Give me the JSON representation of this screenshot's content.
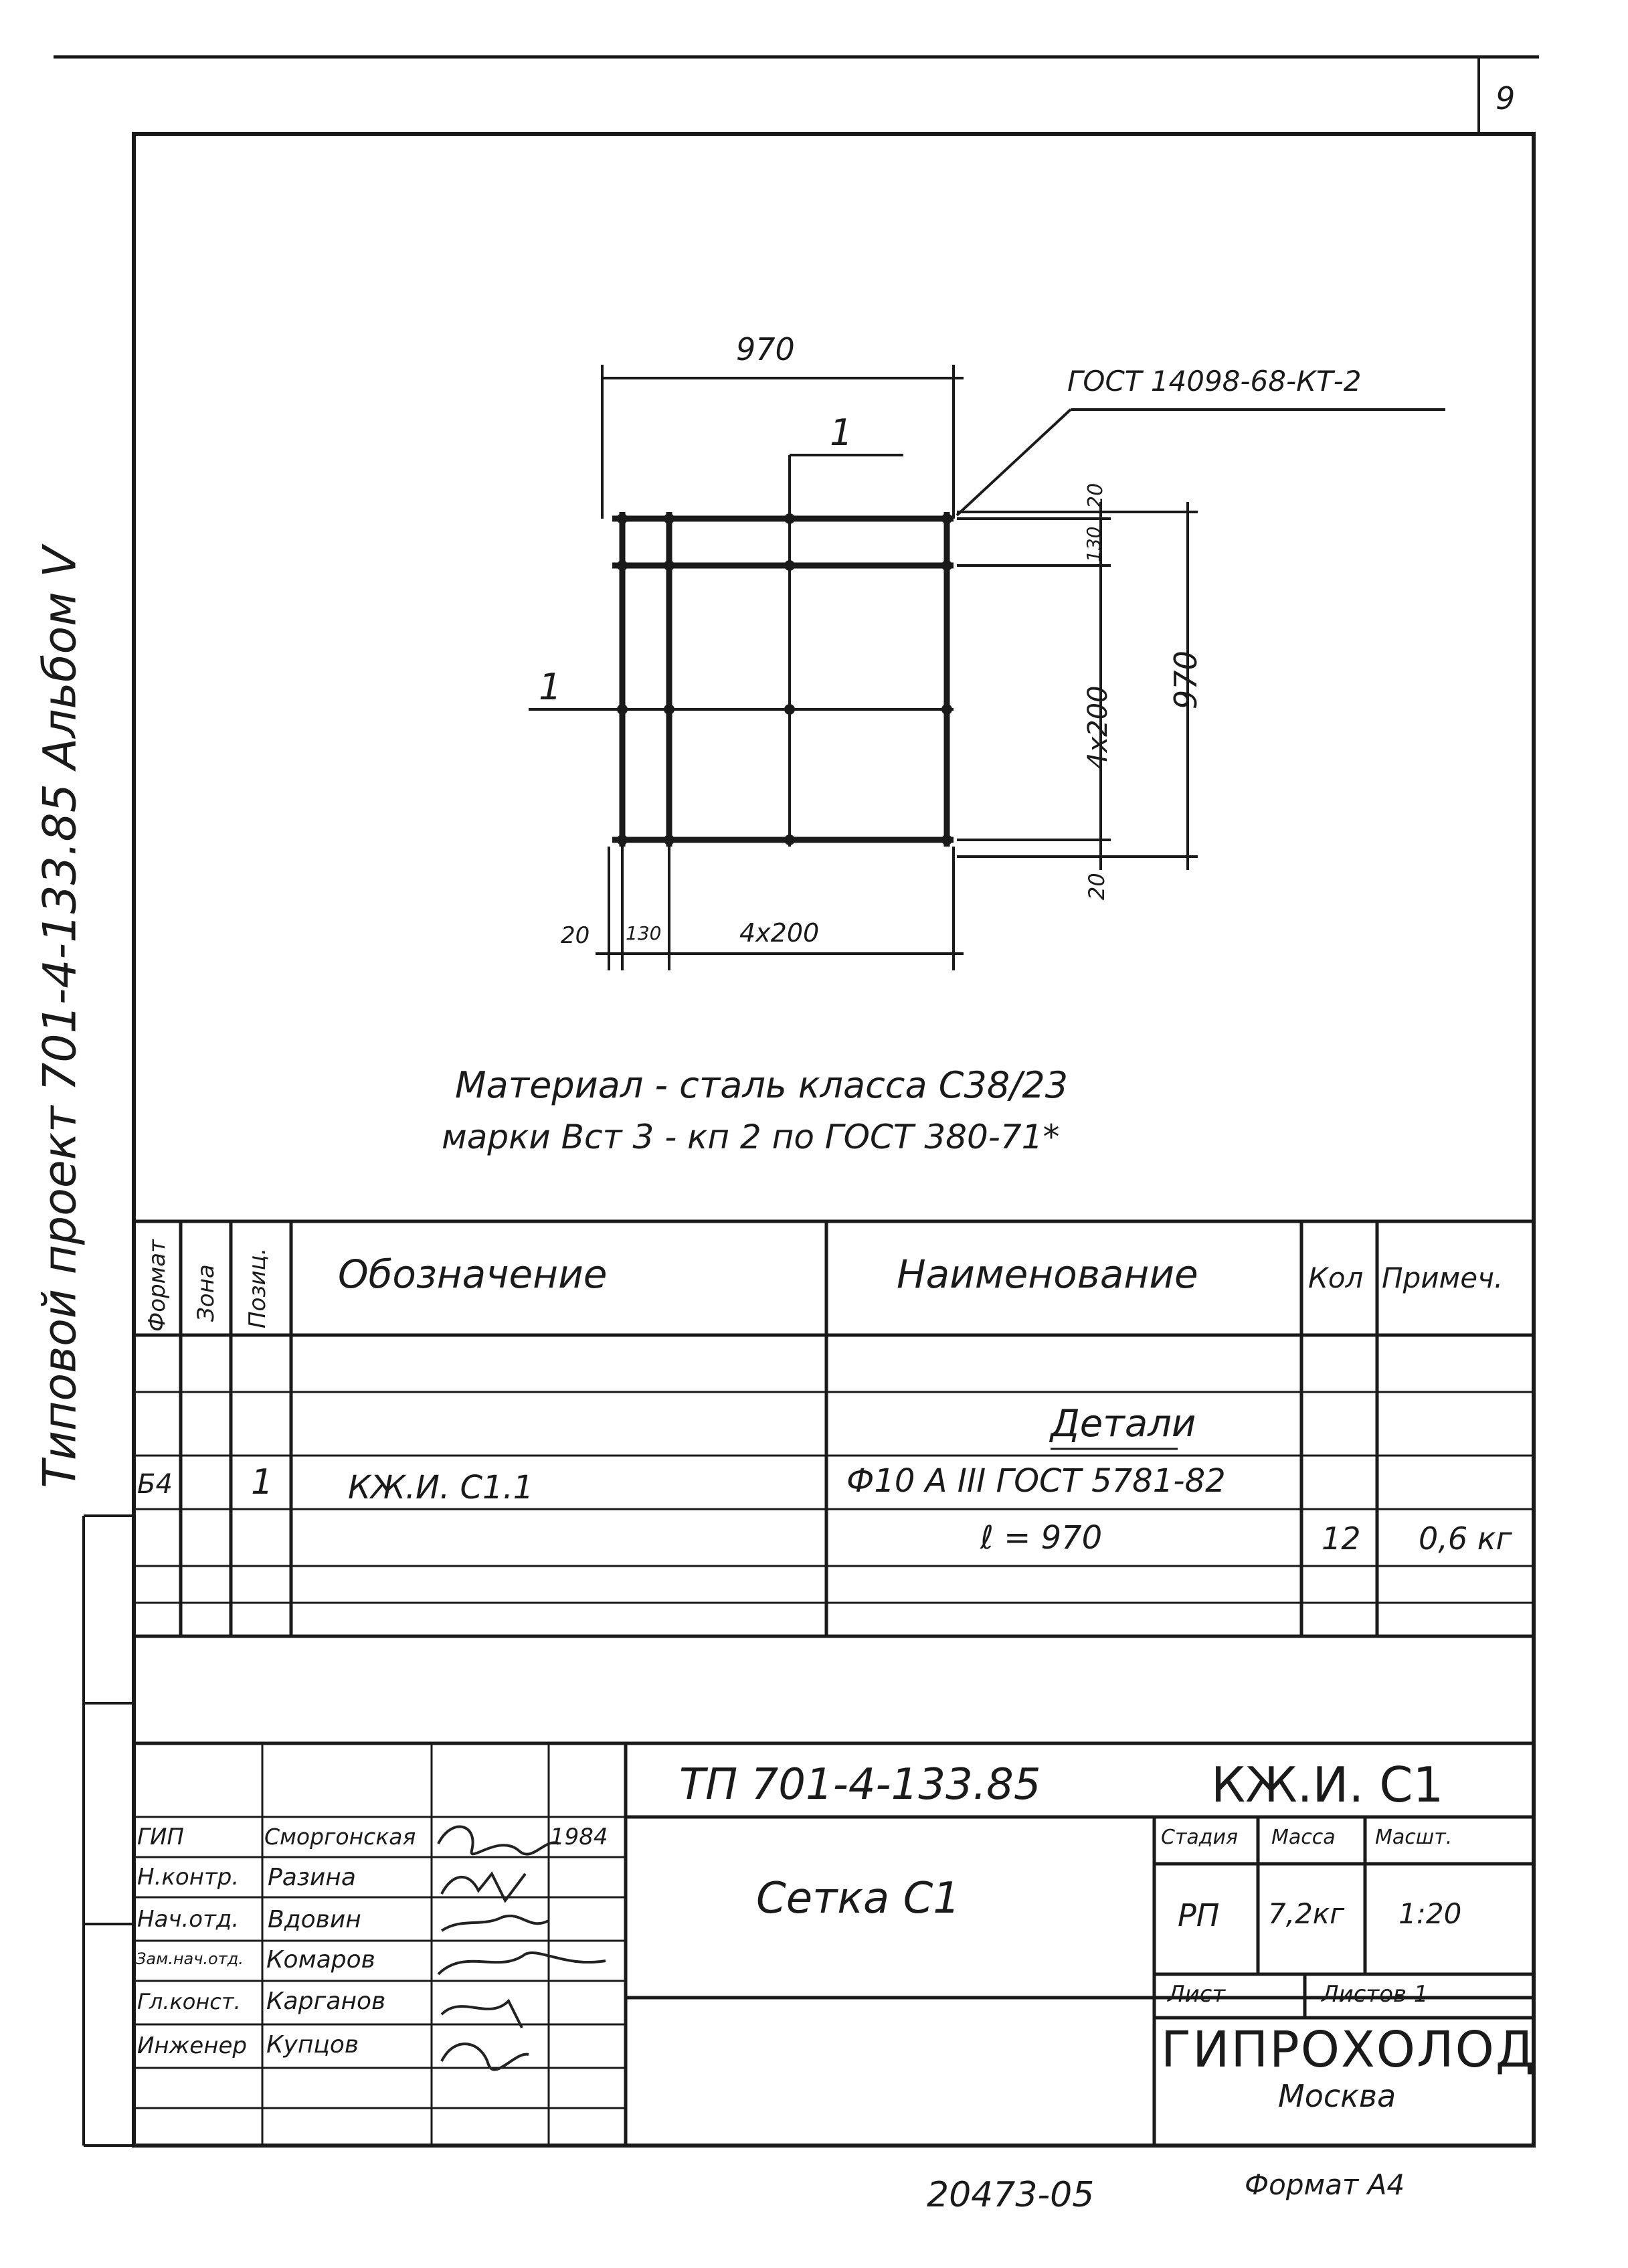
{
  "page_number": "9",
  "side_text": "Типовой проект 701-4-133.85 Альбом V",
  "drawing": {
    "dim_top": "970",
    "dim_right": "970",
    "section_mark_top": "1",
    "section_mark_left": "1",
    "gost_leader": "ГОСТ 14098-68-КТ-2",
    "dim_r_20_top": "20",
    "dim_r_130": "130",
    "dim_r_4x200": "4х200",
    "dim_r_20_bottom": "20",
    "dim_b_20": "20",
    "dim_b_130": "130",
    "dim_b_4x200": "4х200"
  },
  "material_note": {
    "line1": "Материал - сталь класса С38/23",
    "line2": "марки Вст 3 - кп 2 по ГОСТ 380-71*"
  },
  "spec_table": {
    "headers": {
      "format": "Формат",
      "zone": "Зона",
      "pos": "Позиц.",
      "designation": "Обозначение",
      "name": "Наименование",
      "qty": "Кол",
      "note": "Примеч."
    },
    "section_title": "Детали",
    "row1": {
      "format": "Б4",
      "pos": "1",
      "designation": "КЖ.И. С1.1",
      "name": "Ф10 А III ГОСТ 5781-82"
    },
    "row2": {
      "name": "ℓ = 970",
      "qty": "12",
      "note": "0,6 кг"
    }
  },
  "title_block": {
    "project_code": "ТП 701-4-133.85",
    "doc_code": "КЖ.И. С1",
    "sheet_title": "Сетка С1",
    "stage_label": "Стадия",
    "mass_label": "Масса",
    "scale_label": "Масшт.",
    "stage": "РП",
    "mass": "7,2кг",
    "scale": "1:20",
    "sheet_label": "Лист",
    "sheets_label": "Листов 1",
    "org": "ГИПРОХОЛОД",
    "city": "Москва",
    "staff": [
      {
        "role": "ГИП",
        "name": "Сморгонская",
        "date": "1984"
      },
      {
        "role": "Н.контр.",
        "name": "Разина",
        "date": ""
      },
      {
        "role": "Нач.отд.",
        "name": "Вдовин",
        "date": ""
      },
      {
        "role": "Зам.нач.отд.",
        "name": "Комаров",
        "date": ""
      },
      {
        "role": "Гл.конст.",
        "name": "Карганов",
        "date": ""
      },
      {
        "role": "Инженер",
        "name": "Купцов",
        "date": ""
      }
    ]
  },
  "footer": {
    "inventory": "20473-05",
    "format": "Формат А4"
  }
}
